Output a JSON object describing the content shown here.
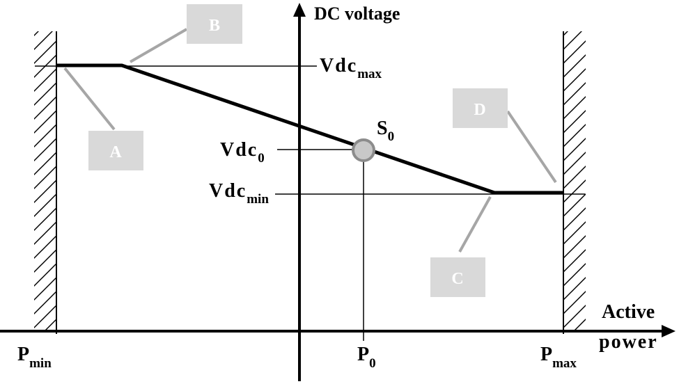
{
  "diagram": {
    "y_axis_label": "DC voltage",
    "x_axis_label_line1": "Active",
    "x_axis_label_line2": "power",
    "vdc_max": {
      "base": "Vdc",
      "sub": "max"
    },
    "vdc_0": {
      "base": "Vdc",
      "sub": "0"
    },
    "vdc_min": {
      "base": "Vdc",
      "sub": "min"
    },
    "s0": {
      "base": "S",
      "sub": "0"
    },
    "p_min": {
      "base": "P",
      "sub": "min"
    },
    "p_0": {
      "base": "P",
      "sub": "0"
    },
    "p_max": {
      "base": "P",
      "sub": "max"
    },
    "boxes": {
      "a": "A",
      "b": "B",
      "c": "C",
      "d": "D"
    },
    "colors": {
      "line": "#000000",
      "box_fill": "#d9d9d9",
      "leader": "#a6a6a6",
      "point_fill": "#c8c8c8",
      "point_stroke": "#8c8c8c"
    }
  }
}
